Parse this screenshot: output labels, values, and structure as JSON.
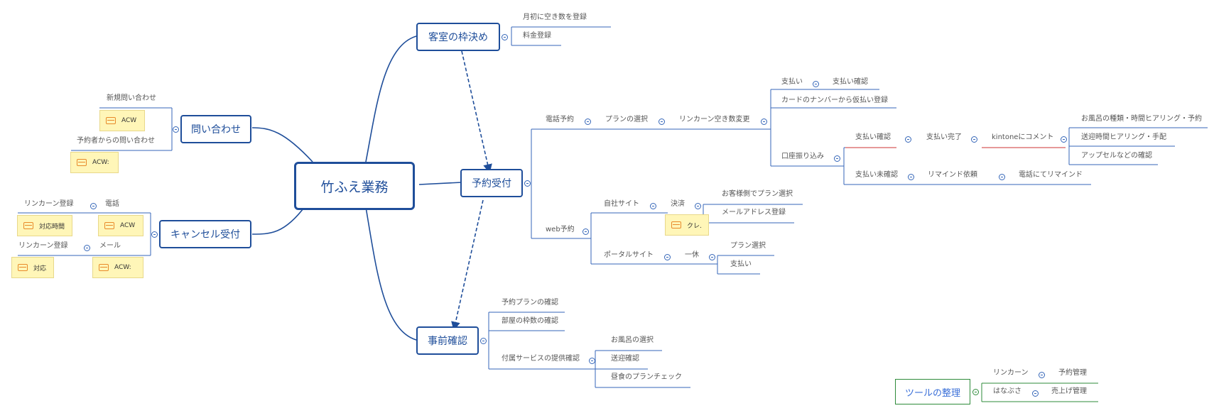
{
  "center": "竹ふえ業務",
  "branches": {
    "room": {
      "title": "客室の枠決め",
      "items": [
        "月初に空き数を登録",
        "料金登録"
      ]
    },
    "inquiry": {
      "title": "問い合わせ",
      "items": [
        "新規問い合わせ",
        "予約者からの問い合わせ"
      ],
      "notes": [
        "ACW",
        "ACW:"
      ]
    },
    "cancel": {
      "title": "キャンセル受付",
      "items": [
        "リンカーン登録",
        "電話",
        "リンカーン登録",
        "メール"
      ],
      "notes": [
        "対応時間",
        "ACW",
        "対応",
        "ACW:"
      ]
    },
    "reservation": {
      "title": "予約受付",
      "phone": {
        "label": "電話予約",
        "plan": "プランの選択",
        "lincoln": "リンカーン空き数変更",
        "pay": "支払い",
        "pay_confirm": "支払い確認",
        "card": "カードのナンバーから仮払い登録",
        "bank": "口座振り込み",
        "bank_confirm": "支払い確認",
        "bank_done": "支払い完了",
        "kintone": "kintoneにコメント",
        "hear1": "お風呂の種類・時間ヒアリング・予約",
        "hear2": "送迎時間ヒアリング・手配",
        "hear3": "アップセルなどの確認",
        "unconfirmed": "支払い未確認",
        "remind": "リマインド依頼",
        "phone_remind": "電話にてリマインド"
      },
      "web": {
        "label": "web予約",
        "own": "自社サイト",
        "settle": "決済",
        "cust_plan": "お客様側でプラン選択",
        "mail": "メールアドレス登録",
        "note": "クレ.",
        "portal": "ポータルサイト",
        "ikkyu": "一休",
        "plan_sel": "プラン選択",
        "payment": "支払い"
      }
    },
    "precheck": {
      "title": "事前確認",
      "items": [
        "予約プランの確認",
        "部屋の枠数の確認",
        "付属サービスの提供確認"
      ],
      "sub": [
        "お風呂の選択",
        "送迎確認",
        "昼食のプランチェック"
      ]
    }
  },
  "tools": {
    "title": "ツールの整理",
    "row1": [
      "リンカーン",
      "予約管理"
    ],
    "row2": [
      "はなぶさ",
      "売上げ管理"
    ]
  },
  "colors": {
    "primary": "#1f4e9a",
    "line": "#3566b8",
    "tool_border": "#2e8b3a",
    "note": "#fff6b8",
    "accent_red": "#cc3333"
  }
}
